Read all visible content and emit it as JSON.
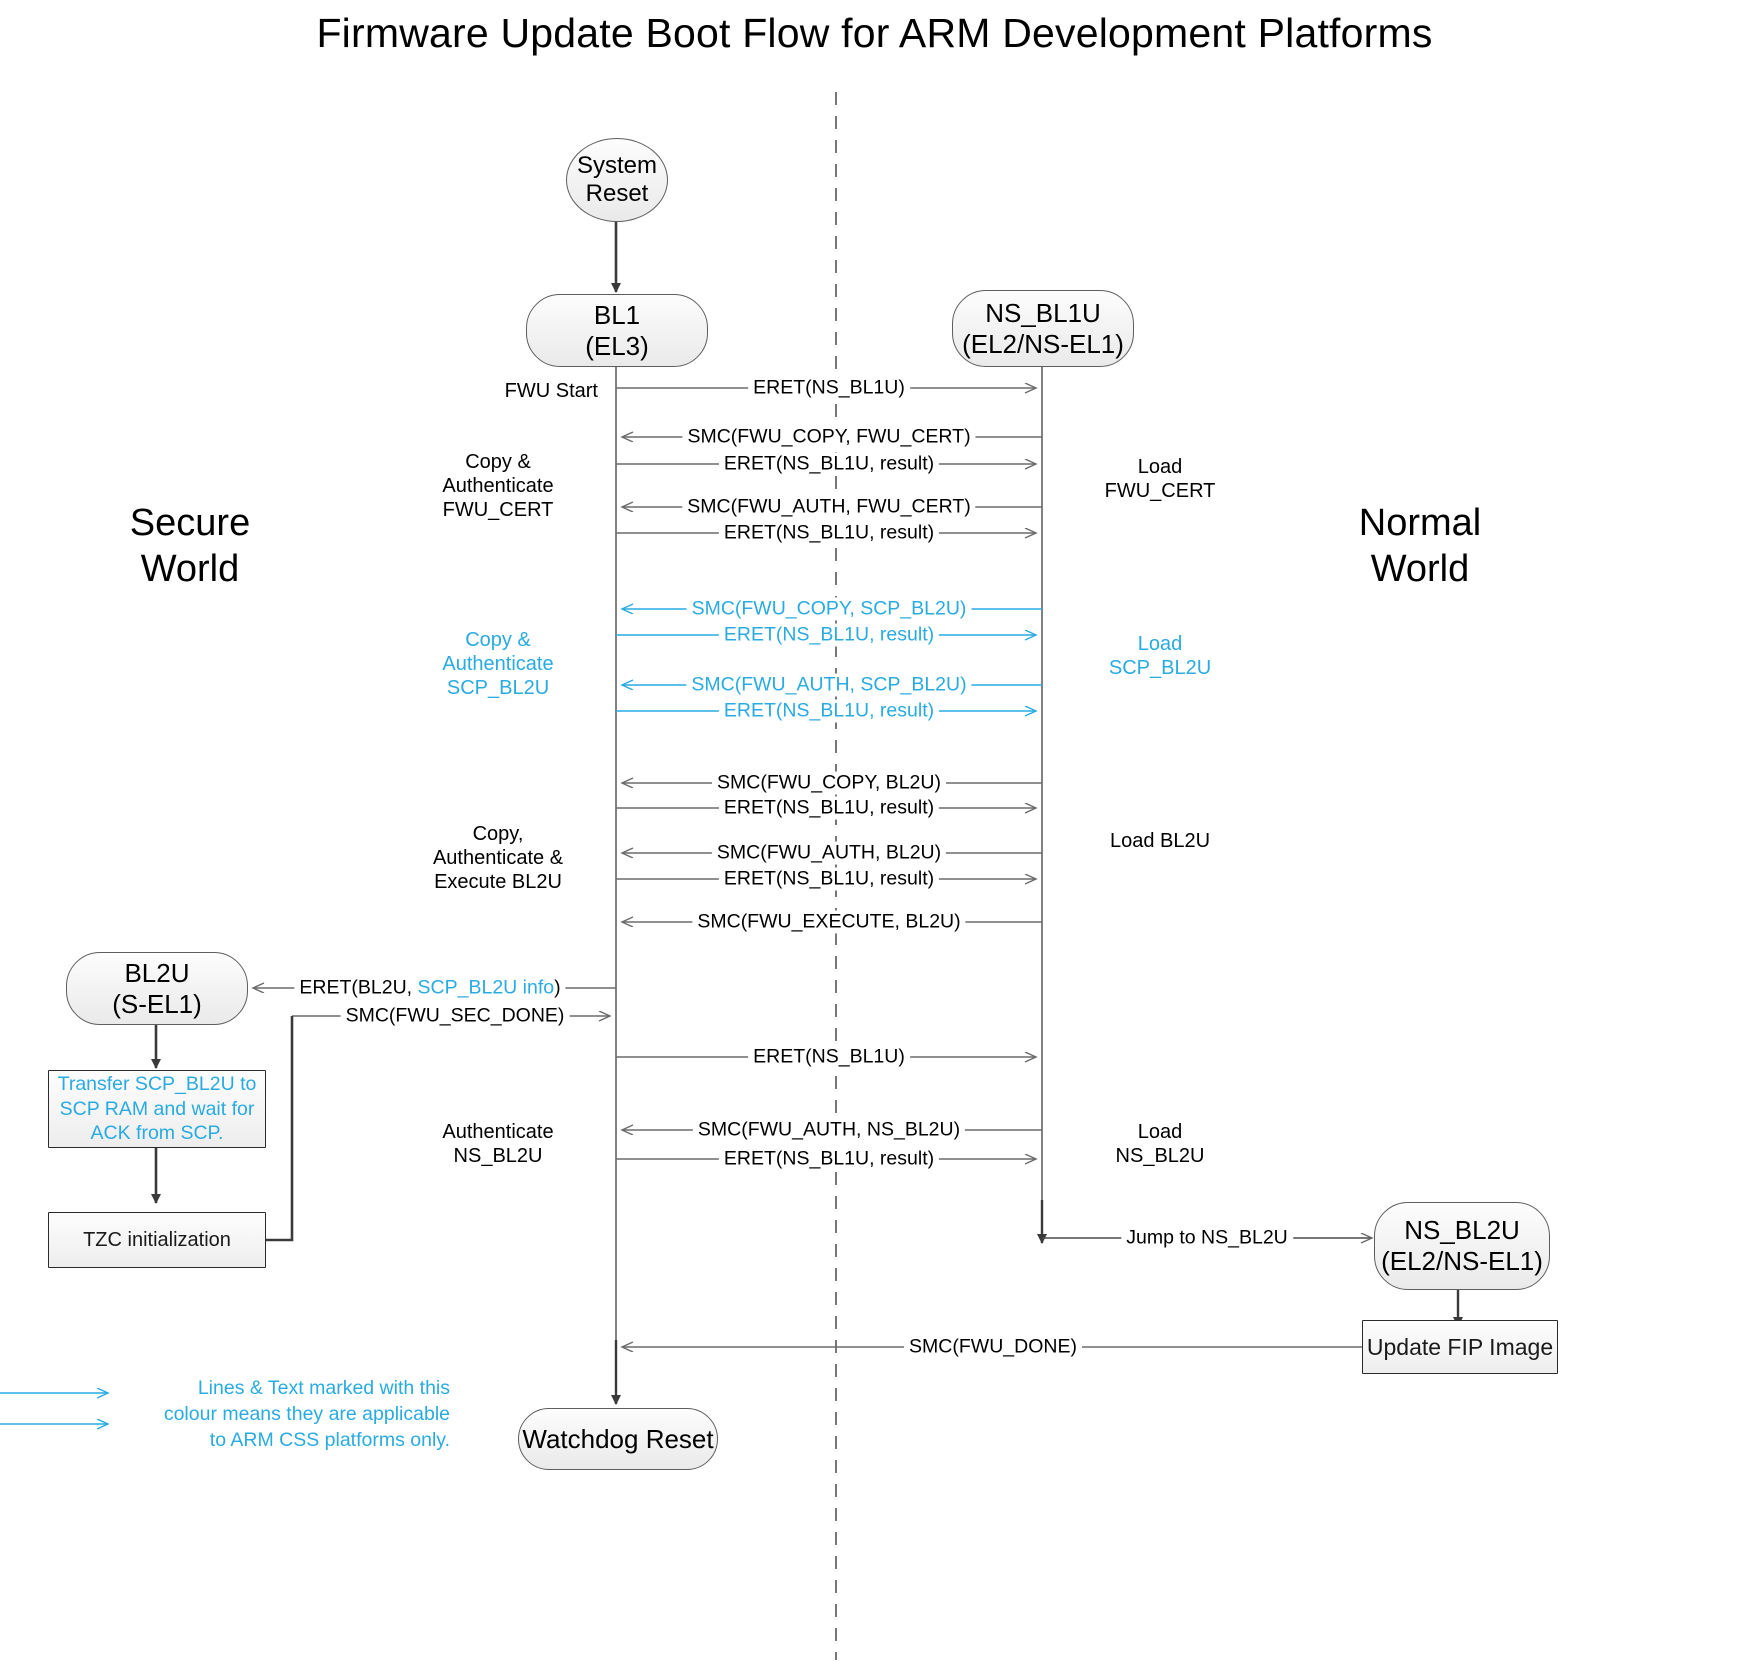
{
  "title": "Firmware Update Boot Flow for ARM Development Platforms",
  "colors": {
    "accent_cyan": "#29ABE2",
    "line_dark": "#3a3a3a",
    "line_grey": "#6b6b6b",
    "node_border": "#5e5e5e",
    "background": "#ffffff"
  },
  "worlds": {
    "secure": "Secure\nWorld",
    "normal": "Normal\nWorld"
  },
  "nodes": {
    "system_reset": {
      "line1": "System",
      "line2": "Reset"
    },
    "bl1": {
      "line1": "BL1",
      "line2": "(EL3)"
    },
    "ns_bl1u": {
      "line1": "NS_BL1U",
      "line2": "(EL2/NS-EL1)"
    },
    "bl2u": {
      "line1": "BL2U",
      "line2": "(S-EL1)"
    },
    "ns_bl2u": {
      "line1": "NS_BL2U",
      "line2": "(EL2/NS-EL1)"
    },
    "watchdog_reset": {
      "line1": "Watchdog Reset",
      "line2": ""
    }
  },
  "process_boxes": {
    "transfer_scp": "Transfer SCP_BL2U to\nSCP RAM and wait for\nACK from SCP.",
    "tzc_init": "TZC initialization",
    "update_fip": "Update FIP Image"
  },
  "secure_activity_labels": [
    {
      "id": "fwu-start",
      "text": "FWU Start"
    },
    {
      "id": "copy-auth-fwu-cert",
      "text": "Copy &\nAuthenticate\nFWU_CERT"
    },
    {
      "id": "copy-auth-scp-bl2u",
      "text": "Copy &\nAuthenticate\nSCP_BL2U",
      "cyan": true
    },
    {
      "id": "copy-auth-exec-bl2u",
      "text": "Copy,\nAuthenticate &\nExecute BL2U"
    },
    {
      "id": "authenticate-ns-bl2u",
      "text": "Authenticate\nNS_BL2U"
    }
  ],
  "normal_activity_labels": [
    {
      "id": "load-fwu-cert",
      "text": "Load\nFWU_CERT"
    },
    {
      "id": "load-scp-bl2u",
      "text": "Load\nSCP_BL2U",
      "cyan": true
    },
    {
      "id": "load-bl2u",
      "text": "Load BL2U"
    },
    {
      "id": "load-ns-bl2u",
      "text": "Load\nNS_BL2U"
    }
  ],
  "messages": [
    {
      "id": "m1",
      "text": "ERET(NS_BL1U)",
      "dir": "right",
      "cyan": false
    },
    {
      "id": "m2",
      "text": "SMC(FWU_COPY, FWU_CERT)",
      "dir": "left",
      "cyan": false
    },
    {
      "id": "m3",
      "text": "ERET(NS_BL1U, result)",
      "dir": "right",
      "cyan": false
    },
    {
      "id": "m4",
      "text": "SMC(FWU_AUTH, FWU_CERT)",
      "dir": "left",
      "cyan": false
    },
    {
      "id": "m5",
      "text": "ERET(NS_BL1U, result)",
      "dir": "right",
      "cyan": false
    },
    {
      "id": "m6",
      "text": "SMC(FWU_COPY, SCP_BL2U)",
      "dir": "left",
      "cyan": true
    },
    {
      "id": "m7",
      "text": "ERET(NS_BL1U, result)",
      "dir": "right",
      "cyan": true
    },
    {
      "id": "m8",
      "text": "SMC(FWU_AUTH, SCP_BL2U)",
      "dir": "left",
      "cyan": true
    },
    {
      "id": "m9",
      "text": "ERET(NS_BL1U, result)",
      "dir": "right",
      "cyan": true
    },
    {
      "id": "m10",
      "text": "SMC(FWU_COPY, BL2U)",
      "dir": "left",
      "cyan": false
    },
    {
      "id": "m11",
      "text": "ERET(NS_BL1U, result)",
      "dir": "right",
      "cyan": false
    },
    {
      "id": "m12",
      "text": "SMC(FWU_AUTH, BL2U)",
      "dir": "left",
      "cyan": false
    },
    {
      "id": "m13",
      "text": "ERET(NS_BL1U, result)",
      "dir": "right",
      "cyan": false
    },
    {
      "id": "m14",
      "text": "SMC(FWU_EXECUTE, BL2U)",
      "dir": "left",
      "cyan": false
    },
    {
      "id": "m15",
      "text": "ERET(BL2U, SCP_BL2U info)",
      "dir": "left",
      "cyan": false,
      "highlight": "SCP_BL2U info"
    },
    {
      "id": "m16",
      "text": "SMC(FWU_SEC_DONE)",
      "dir": "right",
      "cyan": false
    },
    {
      "id": "m17",
      "text": "ERET(NS_BL1U)",
      "dir": "right",
      "cyan": false
    },
    {
      "id": "m18",
      "text": "SMC(FWU_AUTH, NS_BL2U)",
      "dir": "left",
      "cyan": false
    },
    {
      "id": "m19",
      "text": "ERET(NS_BL1U, result)",
      "dir": "right",
      "cyan": false
    },
    {
      "id": "m20",
      "text": "Jump to NS_BL2U",
      "dir": "right",
      "cyan": false
    },
    {
      "id": "m21",
      "text": "SMC(FWU_DONE)",
      "dir": "left",
      "cyan": false
    }
  ],
  "legend": {
    "text": "Lines & Text marked with this\ncolour means they are applicable\nto ARM CSS platforms only."
  }
}
